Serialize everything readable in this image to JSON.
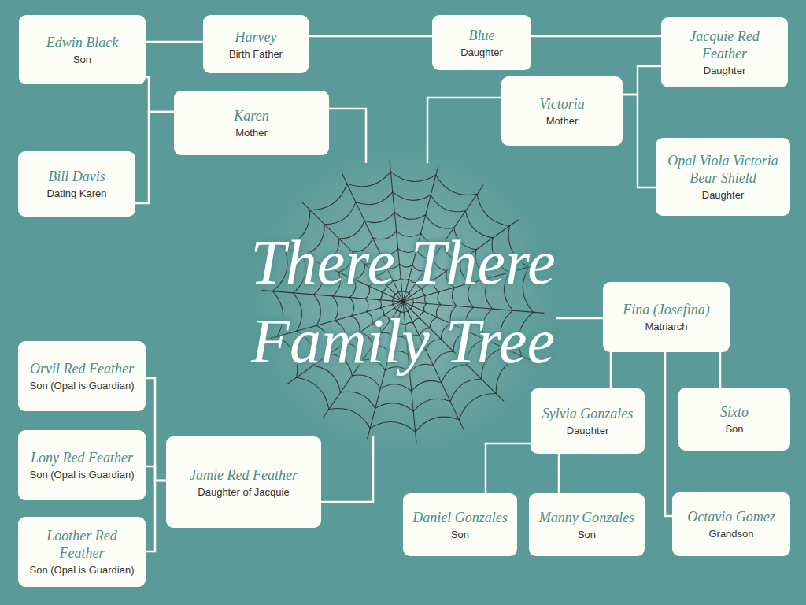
{
  "diagram": {
    "title": "There There Family Tree",
    "nodes": [
      {
        "text": [
          "Edwin Black",
          "Son"
        ]
      },
      {
        "text": [
          "Harvey",
          "Birth Father"
        ]
      },
      {
        "text": [
          "Blue",
          "Daughter"
        ]
      },
      {
        "text": [
          "Jacquie Red Feather",
          "Daughter"
        ]
      },
      {
        "text": [
          "Karen",
          "Mother"
        ]
      },
      {
        "text": [
          "Victoria",
          "Mother"
        ]
      },
      {
        "text": [
          "Bill Davis",
          "Dating Karen"
        ]
      },
      {
        "text": [
          "Opal Viola Victoria Bear Shield",
          "Daughter"
        ]
      },
      {
        "text": [
          "Fina (Josefina)",
          "Matriarch"
        ]
      },
      {
        "text": [
          "Orvil Red Feather",
          "Son (Opal is Guardian)"
        ]
      },
      {
        "text": [
          "Sylvia Gonzales",
          "Daughter"
        ]
      },
      {
        "text": [
          "Sixto",
          "Son"
        ]
      },
      {
        "text": [
          "Lony Red Feather",
          "Son (Opal is Guardian)"
        ]
      },
      {
        "text": [
          "Jamie Red Feather",
          "Daughter of Jacquie"
        ]
      },
      {
        "text": [
          "Loother Red Feather",
          "Son (Opal is Guardian)"
        ]
      },
      {
        "text": [
          "Daniel Gonzales",
          "Son"
        ]
      },
      {
        "text": [
          "Manny Gonzales",
          "Son"
        ]
      },
      {
        "text": [
          "Octavio Gomez",
          "Grandson"
        ]
      }
    ],
    "edges": [
      {
        "from": 1,
        "to": 0,
        "arrow": "none"
      },
      {
        "from": 1,
        "to": 2,
        "arrow": "none"
      },
      {
        "from": 2,
        "to": 3,
        "arrow": "none"
      },
      {
        "from": 4,
        "to": 0,
        "arrow": "none"
      },
      {
        "from": 4,
        "to": 6,
        "arrow": "none"
      },
      {
        "from": 5,
        "to": 3,
        "arrow": "none"
      },
      {
        "from": 5,
        "to": 7,
        "arrow": "none"
      },
      {
        "from": 8,
        "to": 10,
        "arrow": "none"
      },
      {
        "from": 8,
        "to": 11,
        "arrow": "none"
      },
      {
        "from": 8,
        "to": 17,
        "arrow": "none"
      },
      {
        "from": 10,
        "to": 15,
        "arrow": "none"
      },
      {
        "from": 10,
        "to": 16,
        "arrow": "none"
      },
      {
        "from": 13,
        "to": 9,
        "arrow": "none"
      },
      {
        "from": 13,
        "to": 12,
        "arrow": "none"
      },
      {
        "from": 13,
        "to": 14,
        "arrow": "none"
      }
    ]
  }
}
